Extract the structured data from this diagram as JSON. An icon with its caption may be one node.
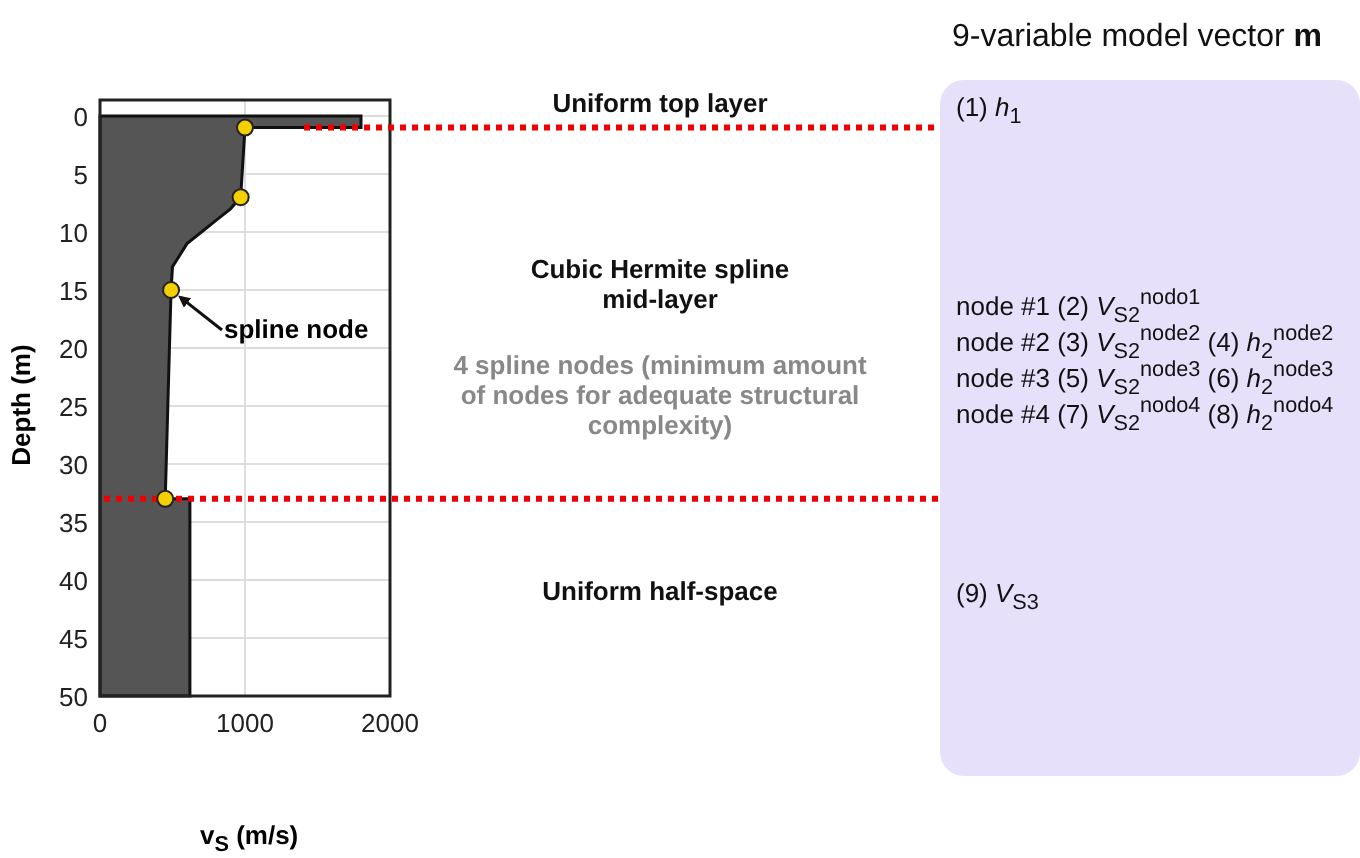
{
  "diagram": {
    "title": "9-variable model vector **m**",
    "nodes": [
      {
        "text": [
          "(1) *h*$_{1}$",
          "node #1 (2) *V*$_{S2}$$^{nodo1}$",
          "node #2 (3) *V*$_{S2}$$^{node2}$ (4) *h*$_{2}$$^{node2}$",
          "node #3 (5) *V*$_{S2}$$^{node3}$ (6) *h*$_{2}$$^{node3}$",
          "node #4 (7) *V*$_{S2}$$^{nodo4}$ (8) *h*$_{2}$$^{nodo4}$",
          "(9) *V*$_{S3}$"
        ]
      },
      {
        "text": [
          "spline node"
        ]
      },
      {
        "text": [],
        "shape": "circle"
      },
      {
        "text": [],
        "shape": "circle"
      },
      {
        "text": [],
        "shape": "circle"
      },
      {
        "text": [],
        "shape": "circle"
      }
    ],
    "edges": [
      {
        "from": 1,
        "to": 4,
        "arrow": "to"
      }
    ],
    "labels": [
      "Uniform top layer",
      "Cubic Hermite spline mid-layer",
      "4 spline nodes (minimum amount of nodes for adequate structural complexity)",
      "Uniform half-space"
    ],
    "chart_data": {
      "type": "area",
      "grid": true,
      "ref_lines": [
        {
          "axis": "y",
          "value": 1,
          "color": "#ee0000"
        },
        {
          "axis": "y",
          "value": 33,
          "color": "#ee0000"
        }
      ],
      "xlabel": "v$_{S}$ (m/s)",
      "ylabel": "Depth (m)",
      "xlim": [
        0,
        2000
      ],
      "ylim": [
        50,
        0
      ],
      "xticks": [
        0,
        1000,
        2000
      ],
      "yticks": [
        0,
        5,
        10,
        15,
        20,
        25,
        30,
        35,
        40,
        45,
        50
      ],
      "series": [
        {
          "color": "#555555",
          "x": [
            0,
            1800,
            1800,
            1000,
            970,
            900,
            800,
            700,
            600,
            550,
            500,
            490,
            450,
            620,
            620,
            0
          ],
          "values": [
            0,
            0,
            1,
            1,
            7,
            8,
            9,
            10,
            11,
            12,
            13,
            15,
            33,
            33,
            50,
            50
          ]
        }
      ]
    }
  }
}
